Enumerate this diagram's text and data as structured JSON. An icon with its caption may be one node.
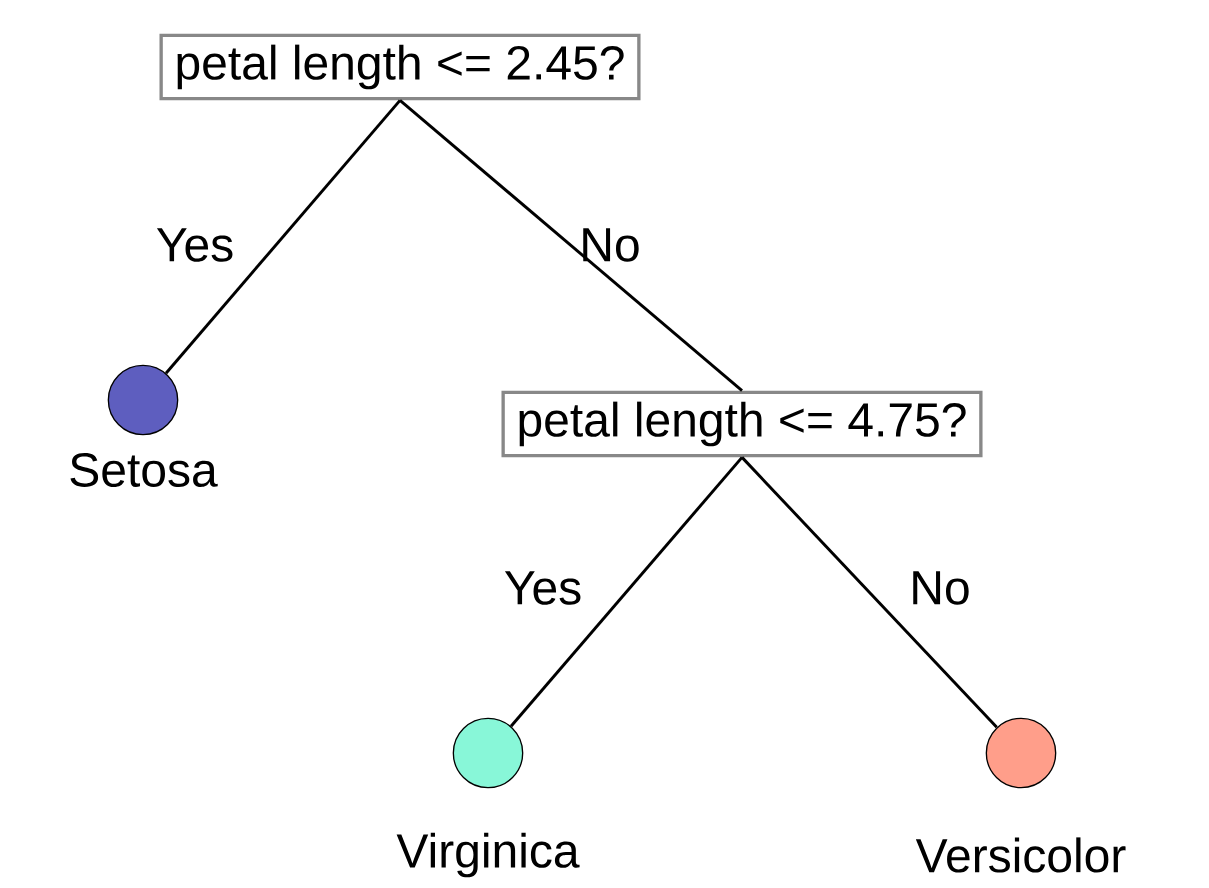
{
  "diagram": {
    "nodes": [
      {
        "text": [
          "petal length <= 2.45?"
        ]
      },
      {
        "text": [
          "Setosa"
        ]
      },
      {
        "text": [
          "petal length <= 4.75?"
        ]
      },
      {
        "text": [
          "Virginica"
        ]
      },
      {
        "text": [
          "Versicolor"
        ]
      }
    ],
    "edges": [
      {
        "from": 0,
        "to": 1,
        "arrow": "none",
        "label": "Yes"
      },
      {
        "from": 0,
        "to": 2,
        "arrow": "none",
        "label": "No"
      },
      {
        "from": 2,
        "to": 3,
        "arrow": "none",
        "label": "Yes"
      },
      {
        "from": 2,
        "to": 4,
        "arrow": "none",
        "label": "No"
      }
    ]
  }
}
